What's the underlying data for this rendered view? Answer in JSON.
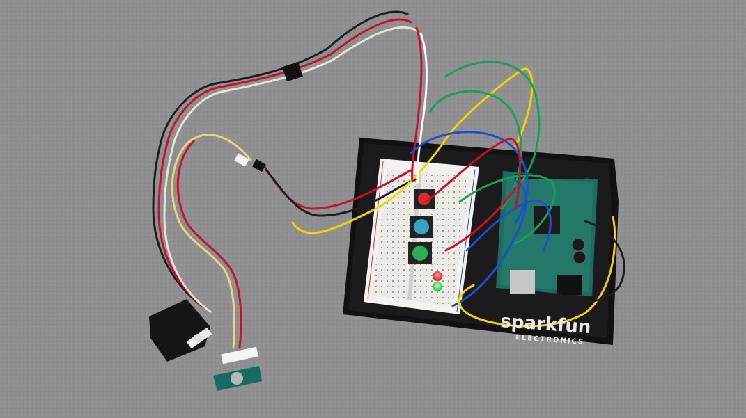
{
  "photo": {
    "subject": "breadboard-arduino-circuit",
    "background_color": "#8f8f91",
    "board_logo": {
      "line1": "sparkfun",
      "line2": "ELECTRONICS"
    }
  },
  "components": {
    "buttons": [
      "red",
      "blue",
      "green"
    ],
    "leds": [
      "red",
      "green"
    ],
    "wire_colors": [
      "#1d1d1d",
      "#c8102e",
      "#ffffff",
      "#16a05a",
      "#f2d300",
      "#1f4fcf"
    ]
  }
}
